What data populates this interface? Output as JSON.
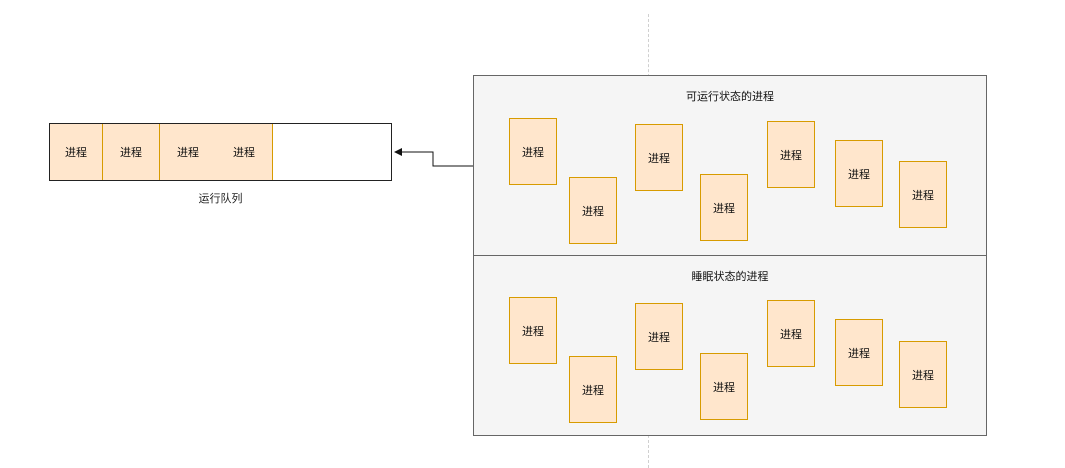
{
  "queue": {
    "label": "运行队列",
    "slots": [
      "进程",
      "进程",
      "进程",
      "进程"
    ]
  },
  "panels": {
    "runnable": {
      "title": "可运行状态的进程",
      "processes": [
        "进程",
        "进程",
        "进程",
        "进程",
        "进程",
        "进程",
        "进程"
      ]
    },
    "sleeping": {
      "title": "睡眠状态的进程",
      "processes": [
        "进程",
        "进程",
        "进程",
        "进程",
        "进程",
        "进程",
        "进程"
      ]
    }
  },
  "colors": {
    "process_fill": "#ffe6cc",
    "process_border": "#d79b00",
    "panel_fill": "#f5f5f5",
    "panel_border": "#666666"
  }
}
